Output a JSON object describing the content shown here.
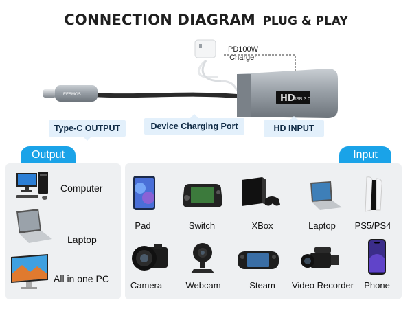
{
  "title": {
    "main": "CONNECTION DIAGRAM",
    "sub": "PLUG & PLAY"
  },
  "charger": {
    "line1": "PD100W",
    "line2": "Charger"
  },
  "device": {
    "badge": "HD",
    "port_label": "USB 3.0",
    "logo": "EESMOS"
  },
  "callouts": {
    "typec": "Type-C OUTPUT",
    "charging": "Device Charging Port",
    "hdin": "HD INPUT"
  },
  "output": {
    "tag": "Output",
    "items": [
      {
        "label": "Computer",
        "icon": "computer-icon"
      },
      {
        "label": "Laptop",
        "icon": "laptop-icon"
      },
      {
        "label": "All in one PC",
        "icon": "monitor-icon"
      }
    ]
  },
  "input": {
    "tag": "Input",
    "row1": [
      {
        "label": "Pad",
        "icon": "tablet-icon"
      },
      {
        "label": "Switch",
        "icon": "handheld-console-icon"
      },
      {
        "label": "XBox",
        "icon": "console-icon"
      },
      {
        "label": "Laptop",
        "icon": "laptop-icon"
      },
      {
        "label": "PS5/PS4",
        "icon": "ps5-icon"
      }
    ],
    "row2": [
      {
        "label": "Camera",
        "icon": "camera-icon"
      },
      {
        "label": "Webcam",
        "icon": "webcam-icon"
      },
      {
        "label": "Steam",
        "icon": "steam-deck-icon"
      },
      {
        "label": "Video Recorder",
        "icon": "camcorder-icon"
      },
      {
        "label": "Phone",
        "icon": "phone-icon"
      }
    ]
  },
  "colors": {
    "accent": "#1aa3e8",
    "callout_bg": "#e3f0fb",
    "panel_bg": "#eef0f2",
    "device": "#8e959c"
  }
}
